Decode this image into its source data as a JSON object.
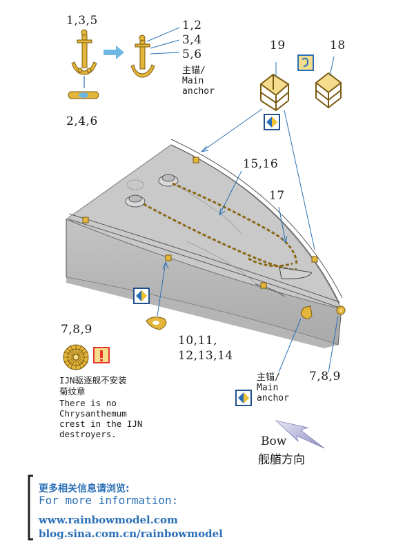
{
  "labels": {
    "top_left_parts": "1,3,5",
    "below_left_parts": "2,4,6",
    "right_parts_1": "1,2",
    "right_parts_2": "3,4",
    "right_parts_3": "5,6",
    "main_anchor_cn": "主锚/",
    "main_anchor_en_1": "Main",
    "main_anchor_en_2": "anchor",
    "part_19": "19",
    "part_18": "18",
    "part_15_16": "15,16",
    "part_17": "17",
    "part_7_8_9_left": "7,8,9",
    "part_10_11": "10,11,",
    "part_12_14": "12,13,14",
    "part_7_8_9_right": "7,8,9",
    "bottom_anchor_cn": "主锚/",
    "bottom_anchor_en_1": "Main",
    "bottom_anchor_en_2": "anchor"
  },
  "note": {
    "cn_1": "IJN驱逐舰不安装",
    "cn_2": "菊纹章",
    "en_1": "There is no",
    "en_2": "Chrysanthemum",
    "en_3": "crest in the IJN",
    "en_4": "destroyers."
  },
  "bow": {
    "en": "Bow",
    "cn": "舰艏方向"
  },
  "info": {
    "cn": "更多相关信息请浏览:",
    "en": "For more information:",
    "url_1": "www.rainbowmodel.com",
    "url_2": "blog.sina.com.cn/rainbowmodel"
  },
  "colors": {
    "deck": "#c8c8c8",
    "hull": "#b9b9b9",
    "brass": "#e3b53a",
    "accent_blue": "#2a6fb6",
    "arrow_blue": "#6fb7e3",
    "warning": "#e6352b"
  },
  "icons": [
    "fold-icon",
    "bend-icon",
    "warning-icon",
    "anchor-icon",
    "chrysanthemum-icon",
    "chain-icon"
  ]
}
